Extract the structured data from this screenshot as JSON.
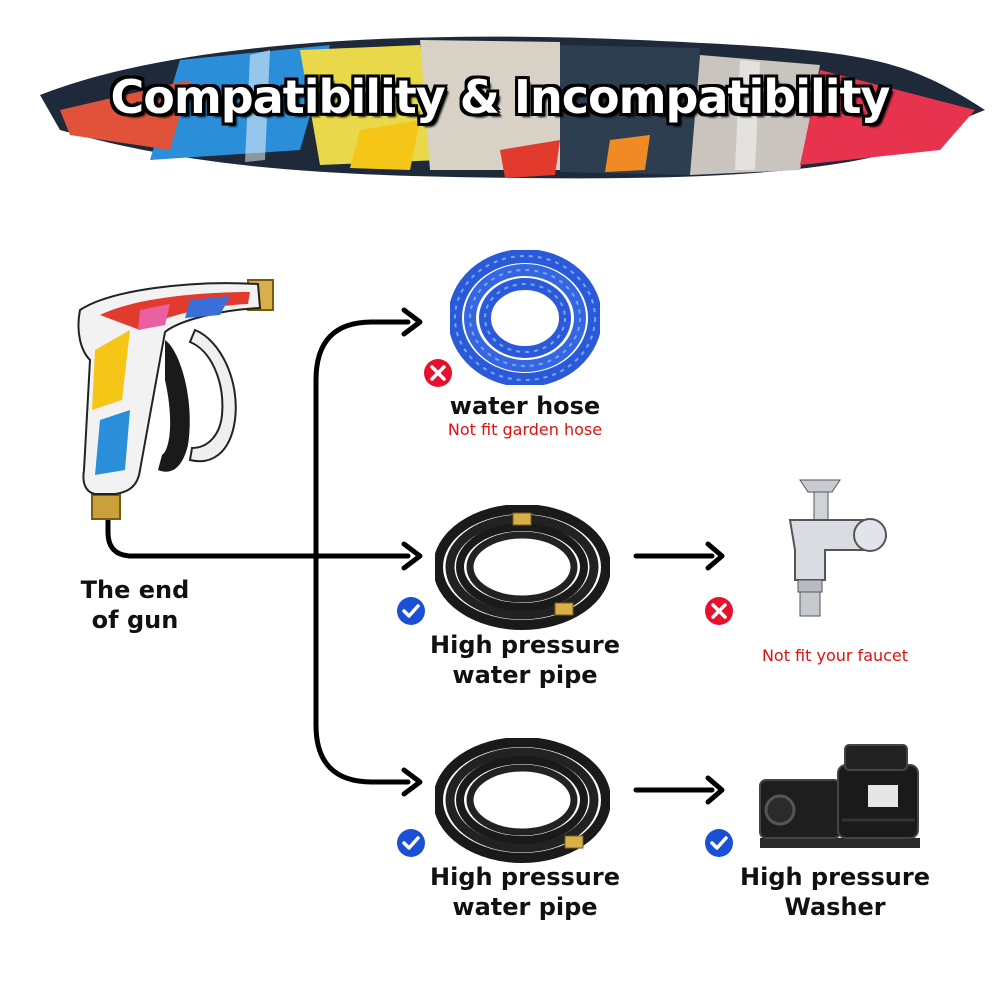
{
  "title": "Compatibility & Incompatibility",
  "colors": {
    "ok": "#1a4fd6",
    "bad": "#e8112d",
    "note": "#e01010",
    "arrow": "#000000"
  },
  "gun": {
    "label_lines": [
      "The end",
      "of gun"
    ]
  },
  "water_hose": {
    "name": "water hose",
    "note": "Not fit garden hose",
    "status": "incompatible"
  },
  "pipe_middle": {
    "label_lines": [
      "High pressure",
      "water pipe"
    ],
    "status": "compatible"
  },
  "faucet": {
    "note": "Not fit your faucet",
    "status": "incompatible"
  },
  "pipe_bottom": {
    "label_lines": [
      "High pressure",
      "water pipe"
    ],
    "status": "compatible"
  },
  "washer": {
    "label_lines": [
      "High pressure",
      "Washer"
    ],
    "status": "compatible"
  }
}
